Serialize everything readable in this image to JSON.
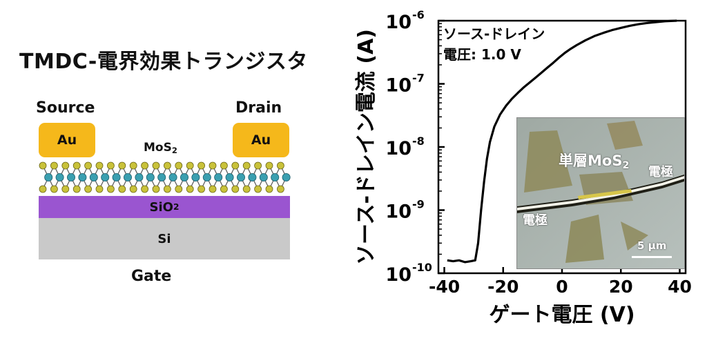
{
  "diagram": {
    "title": "TMDC-電界効果トランジスタ",
    "source_label": "Source",
    "drain_label": "Drain",
    "electrode": "Au",
    "channel": {
      "main": "MoS",
      "sub": "2"
    },
    "oxide": {
      "main": "SiO",
      "sub": "2"
    },
    "substrate": "Si",
    "gate_label": "Gate",
    "colors": {
      "au": "#f5b81b",
      "oxide": "#9a55d0",
      "si": "#c9c9c9",
      "sulfur": "#c9c23a",
      "molybdenum": "#3a9fb0"
    }
  },
  "chart_data": {
    "type": "line",
    "xlabel": "ゲート電圧 (V)",
    "ylabel": "ソース-ドレイン電流 (A)",
    "ylog": true,
    "xlim": [
      -42,
      42
    ],
    "ylim": [
      1e-10,
      1e-06
    ],
    "xticks": [
      -40,
      -20,
      0,
      20,
      40
    ],
    "xtick_labels": [
      "-40",
      "-20",
      "0",
      "20",
      "40"
    ],
    "yticks": [
      1e-10,
      1e-09,
      1e-08,
      1e-07,
      1e-06
    ],
    "ytick_labels": [
      {
        "base": "10",
        "exp": "-10"
      },
      {
        "base": "10",
        "exp": "-9"
      },
      {
        "base": "10",
        "exp": "-8"
      },
      {
        "base": "10",
        "exp": "-7"
      },
      {
        "base": "10",
        "exp": "-6"
      }
    ],
    "annotation_line1": "ソース-ドレイン",
    "annotation_line2": "電圧: 1.0 V",
    "series": [
      {
        "x": [
          -39,
          -37,
          -35,
          -33,
          -31,
          -29.5,
          -28.5,
          -27.5,
          -26.5,
          -25.5,
          -24.5,
          -23,
          -21,
          -19,
          -17,
          -15,
          -13,
          -11,
          -9,
          -7,
          -5,
          -3,
          -1,
          1,
          3,
          5,
          8,
          11,
          14,
          17,
          20,
          23,
          26,
          29,
          32,
          35,
          37,
          39
        ],
        "y": [
          1.6e-10,
          1.55e-10,
          1.6e-10,
          1.5e-10,
          1.55e-10,
          1.6e-10,
          3e-10,
          1e-09,
          2.8e-09,
          6.5e-09,
          1.2e-08,
          2.1e-08,
          3.3e-08,
          4.5e-08,
          5.8e-08,
          7.2e-08,
          8.8e-08,
          1.05e-07,
          1.25e-07,
          1.5e-07,
          1.8e-07,
          2.15e-07,
          2.6e-07,
          3.1e-07,
          3.6e-07,
          4.1e-07,
          4.9e-07,
          5.7e-07,
          6.4e-07,
          7.1e-07,
          7.7e-07,
          8.3e-07,
          8.8e-07,
          9.2e-07,
          9.5e-07,
          9.8e-07,
          9.9e-07,
          1e-06
        ]
      }
    ]
  },
  "inset": {
    "flake_label": {
      "main": "単層MoS",
      "sub": "2"
    },
    "electrode_label_right": "電極",
    "electrode_label_left": "電極",
    "scale_label": "5 μm"
  }
}
